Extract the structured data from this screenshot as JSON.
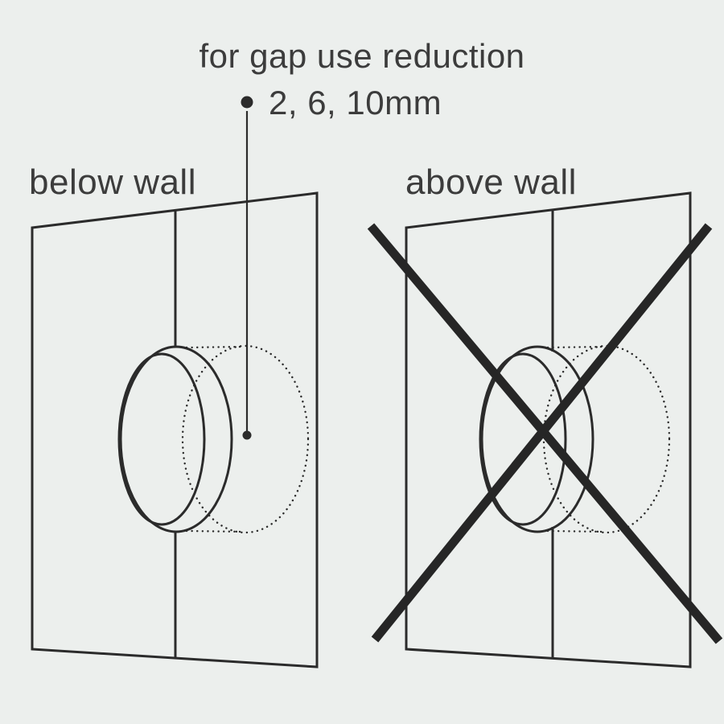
{
  "title": "for gap use reduction",
  "subtitle": "2, 6, 10mm",
  "panels": {
    "left": {
      "label": "below wall"
    },
    "right": {
      "label": "above wall"
    }
  },
  "colors": {
    "background": "#ecefed",
    "line": "#2b2b2b",
    "text": "#3c3c3c",
    "cross": "#262626"
  }
}
